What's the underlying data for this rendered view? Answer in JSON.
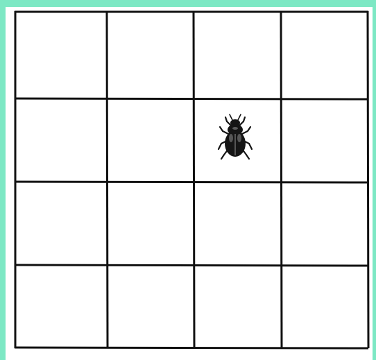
{
  "grid": {
    "rows": 4,
    "columns": 4
  },
  "beetle": {
    "row": 2,
    "column": 3,
    "icon": "beetle-icon"
  },
  "colors": {
    "border_accent": "#7de8c4",
    "grid_line": "#111111",
    "background": "#ffffff",
    "beetle": "#151515"
  }
}
